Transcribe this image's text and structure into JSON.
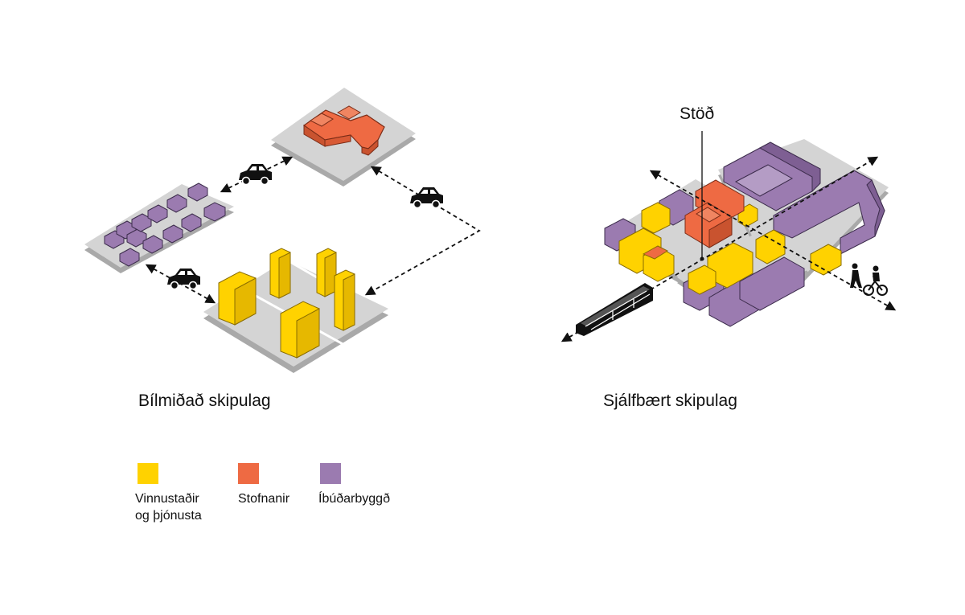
{
  "captions": {
    "left": "Bílmiðað skipulag",
    "right": "Sjálfbært skipulag",
    "station": "Stöð"
  },
  "legend": [
    {
      "line1": "Vinnustaðir",
      "line2": "og þjónusta",
      "color": "#FFD200"
    },
    {
      "line1": "Stofnanir",
      "line2": "",
      "color": "#EE6A43"
    },
    {
      "line1": "Íbúðarbyggð",
      "line2": "",
      "color": "#9B7BB0"
    }
  ],
  "colors": {
    "platform": "#D4D4D4",
    "platform_shadow": "#A9A9A9",
    "workplace": "#FFD200",
    "institution": "#EE6A43",
    "residential": "#9B7BB0",
    "ink": "#111111"
  },
  "icons": [
    "car-icon",
    "tram-icon",
    "pedestrian-icon",
    "cyclist-icon",
    "arrow-icon"
  ]
}
